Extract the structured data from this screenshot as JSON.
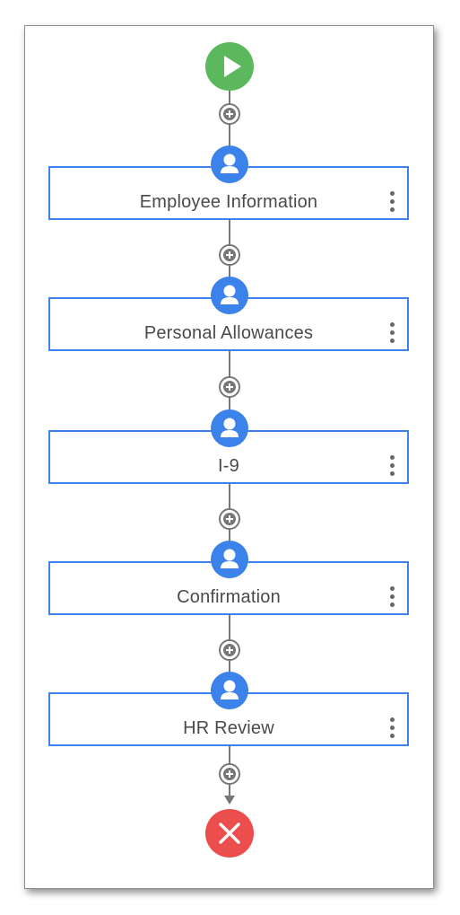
{
  "workflow": {
    "start_icon": "play-icon",
    "end_icon": "close-icon",
    "steps": [
      {
        "label": "Employee Information",
        "icon": "user-icon"
      },
      {
        "label": "Personal Allowances",
        "icon": "user-icon"
      },
      {
        "label": "I-9",
        "icon": "user-icon"
      },
      {
        "label": "Confirmation",
        "icon": "user-icon"
      },
      {
        "label": "HR Review",
        "icon": "user-icon"
      }
    ]
  },
  "colors": {
    "accent": "#3b82ea",
    "start": "#5cb85c",
    "end": "#ec4d4d",
    "connector": "#777777"
  }
}
